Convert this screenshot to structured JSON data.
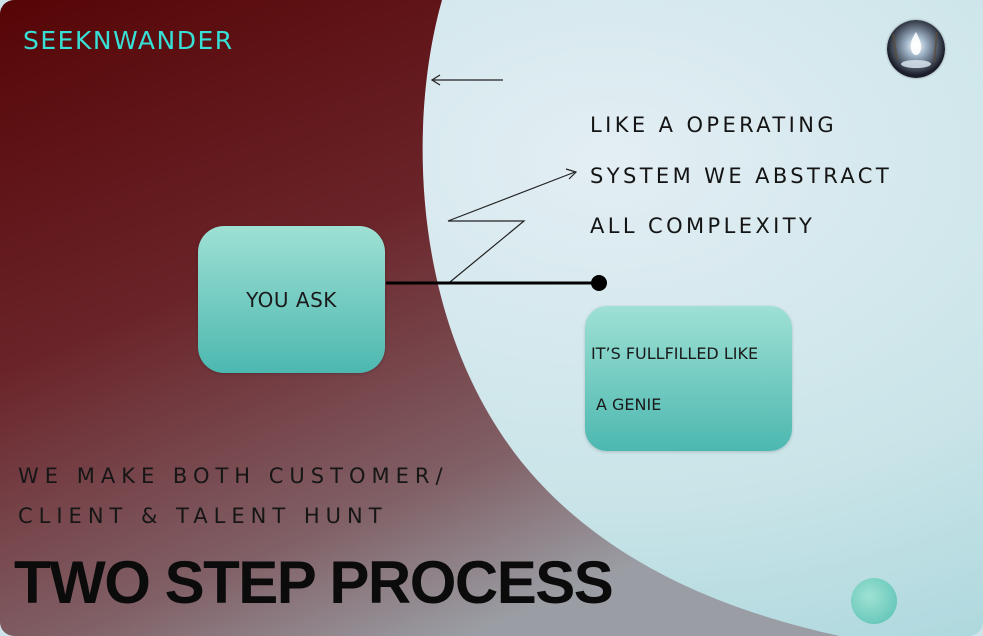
{
  "brand": {
    "name": "SEEKNWANDER"
  },
  "logo": {
    "icon": "genie-lamp-logo-icon"
  },
  "abstraction": {
    "lines": [
      "LIKE A OPERATING",
      "SYSTEM WE ABSTRACT",
      "ALL COMPLEXITY"
    ]
  },
  "steps": {
    "ask": "YOU ASK",
    "genie_lines": [
      "IT’S FULLFILLED LIKE",
      "A GENIE"
    ]
  },
  "tagline": {
    "lines": [
      "WE MAKE BOTH CUSTOMER/",
      "CLIENT & TALENT HUNT"
    ]
  },
  "title": "TWO STEP PROCESS",
  "colors": {
    "maroon": "#5a0709",
    "teal_box": "#6fcfc3",
    "brand_teal": "#37e0d6",
    "light_panel": "#cfe6ea"
  }
}
